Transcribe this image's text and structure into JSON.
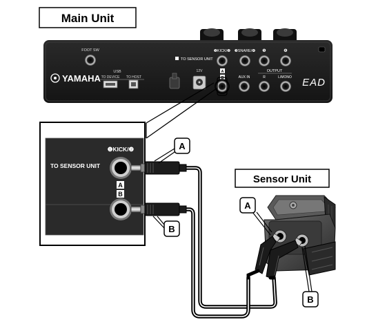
{
  "labels": {
    "main_unit": "Main Unit",
    "sensor_unit": "Sensor Unit",
    "callout_a": "A",
    "callout_b": "B"
  },
  "main_unit_panel": {
    "brand": "YAMAHA",
    "logo": "EAD",
    "foot_sw": "FOOT SW",
    "usb": "USB",
    "to_device": "TO DEVICE",
    "to_host": "TO HOST",
    "dc_in": "12V",
    "to_sensor_unit": "TO SENSOR UNIT",
    "jack_kick": "❶KICK/❷",
    "jack_snare": "❸SNARE/❹",
    "jack_5": "❺",
    "jack_6": "❻",
    "port_a": "A",
    "port_b": "B",
    "aux_in": "AUX IN",
    "output": "OUTPUT",
    "out_r": "R",
    "out_lmono": "L/MONO"
  },
  "zoom_panel": {
    "jack_label": "❶KICK/❷",
    "to_sensor_unit": "TO SENSOR UNIT",
    "port_a": "A",
    "port_b": "B"
  }
}
